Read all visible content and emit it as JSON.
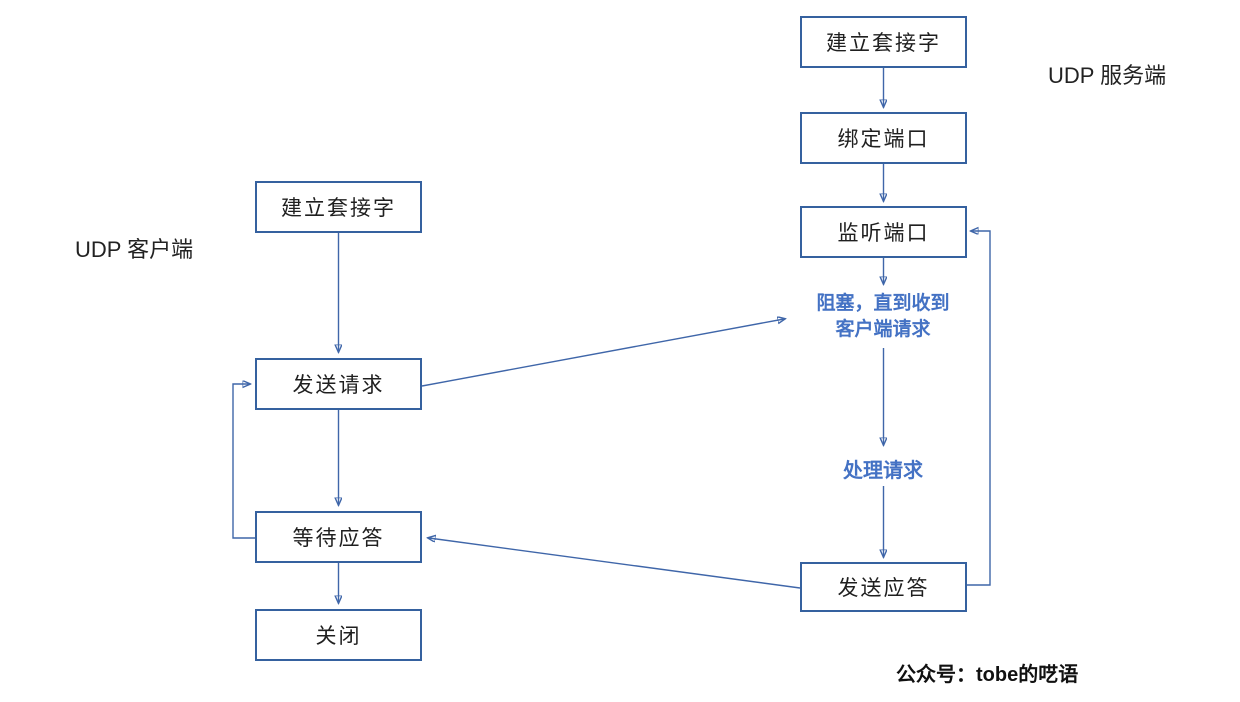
{
  "diagram": {
    "client": {
      "title": "UDP 客户端",
      "boxes": [
        "建立套接字",
        "发送请求",
        "等待应答",
        "关闭"
      ]
    },
    "server": {
      "title": "UDP 服务端",
      "boxes": [
        "建立套接字",
        "绑定端口",
        "监听端口",
        "发送应答"
      ],
      "notes": {
        "blocking": "阻塞，直到收到\n客户端请求",
        "process": "处理请求"
      }
    },
    "footer": "公众号：tobe的呓语",
    "colors": {
      "box_border": "#35619f",
      "arrow": "#3f66a9",
      "arrowhead": "#4472c4",
      "note_text": "#4472c4",
      "box_text": "#1f1f1f",
      "footer_text": "#111111",
      "background": "#ffffff"
    }
  }
}
